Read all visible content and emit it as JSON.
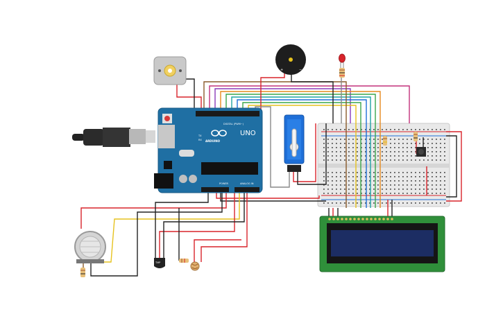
{
  "canvas": {
    "background": "#ffffff"
  },
  "arduino": {
    "brand": "ARDUINO",
    "model": "UNO",
    "digital_header": "DIGITAL (PWM~)",
    "power_header": "POWER",
    "analog_header": "ANALOG IN",
    "tx_label": "TX",
    "rx_label": "RX",
    "board_color": "#1f6fa3"
  },
  "temp_sensor": {
    "label": "TMP"
  },
  "buzzer": {
    "plus": "+",
    "minus": "−"
  },
  "lcd": {
    "screen_color": "#1c2d63",
    "pcb_color": "#2f8f3a"
  },
  "wire_colors": {
    "red": "#d8232a",
    "black": "#222222",
    "yellow": "#e6c21e",
    "orange": "#e68a1e",
    "green": "#3aa64a",
    "blue": "#1e6fd8",
    "teal": "#1fa3a3",
    "purple": "#8a3ab8",
    "magenta": "#c2307a",
    "brown": "#8a5a2a",
    "gray": "#888888"
  }
}
